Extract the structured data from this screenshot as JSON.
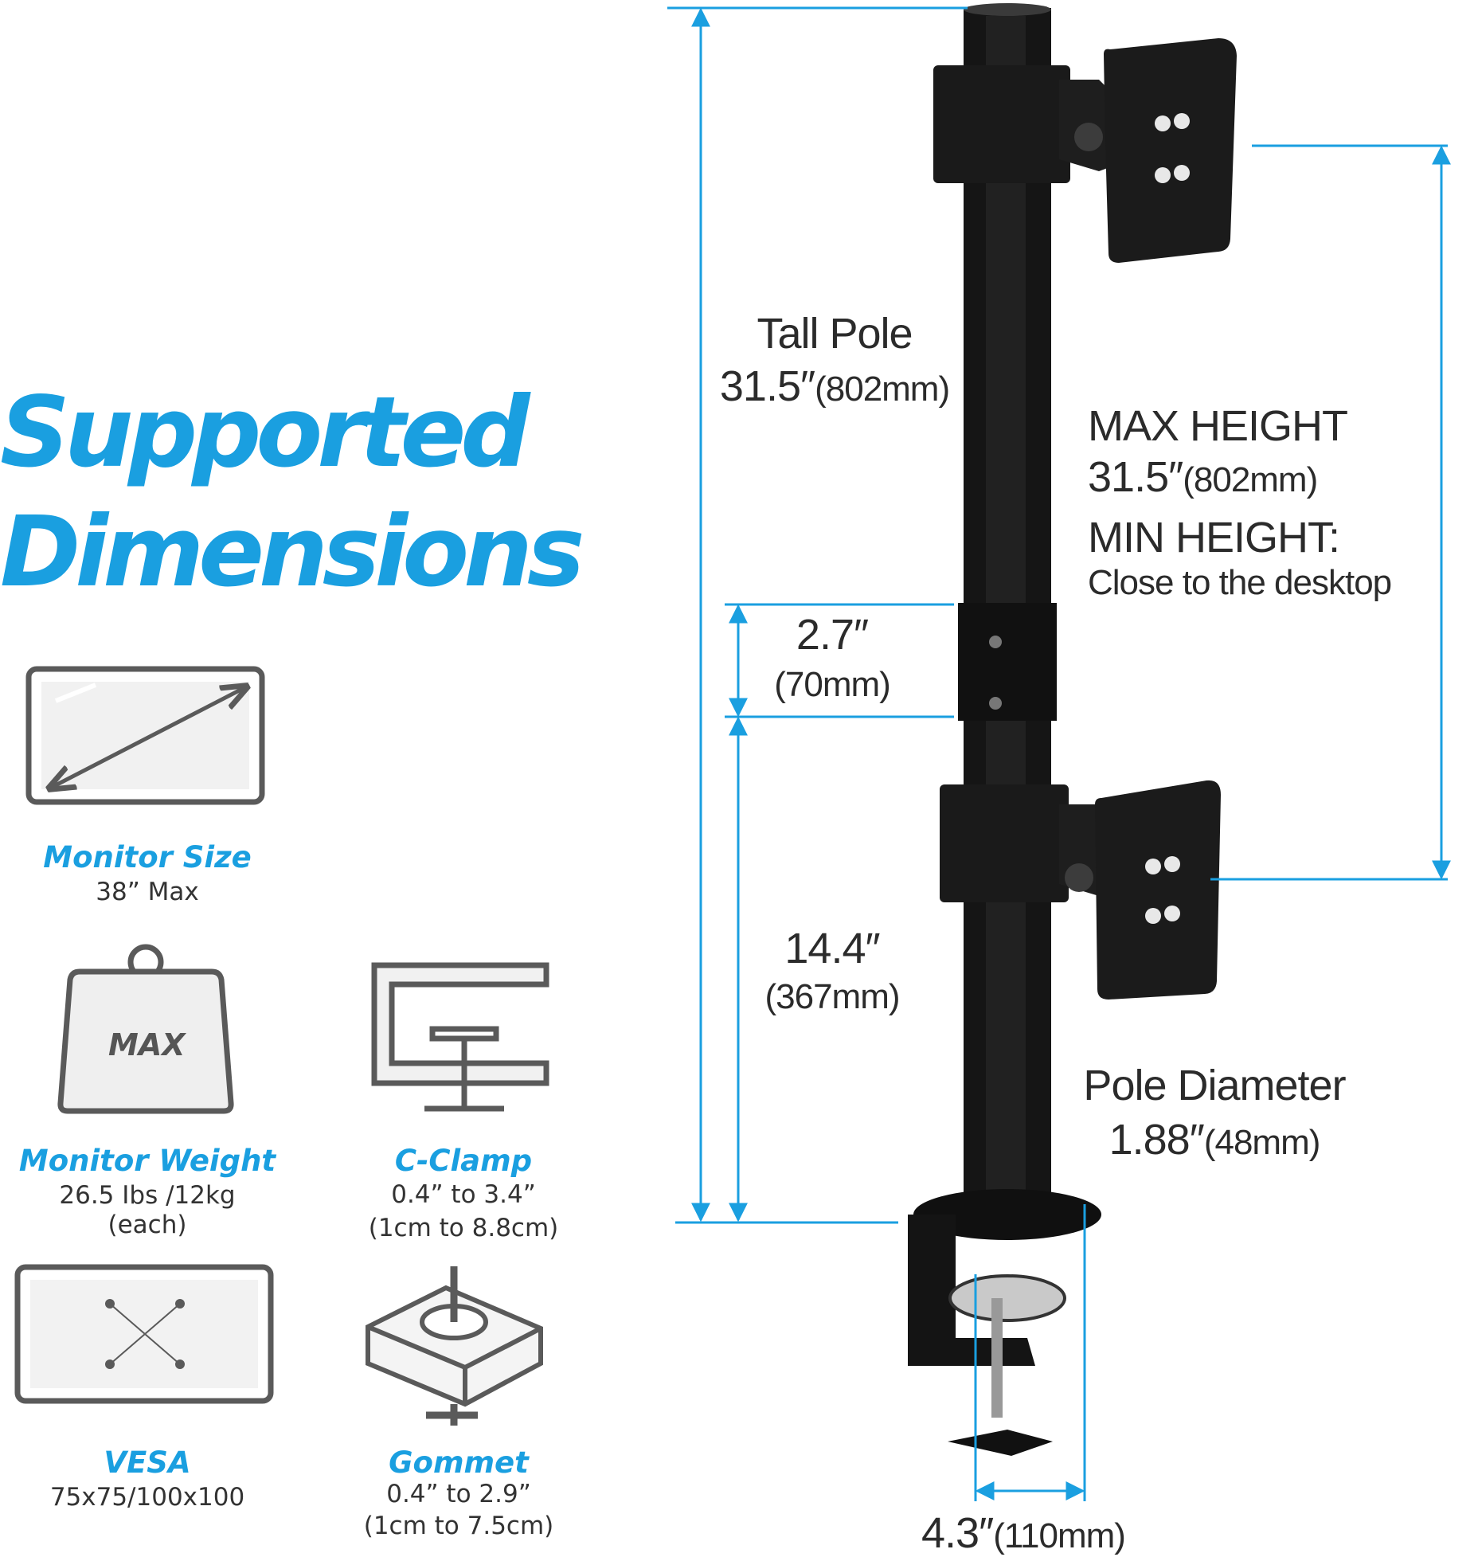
{
  "heading": {
    "line1": "Supported",
    "line2": "Dimensions"
  },
  "features": {
    "monitor_size": {
      "name": "Monitor Size",
      "value": "38” Max"
    },
    "monitor_weight": {
      "name": "Monitor Weight",
      "value1": "26.5 Ibs /12kg",
      "value2": "(each)",
      "icon_label": "MAX"
    },
    "c_clamp": {
      "name": "C-Clamp",
      "value1": "0.4” to 3.4”",
      "value2": "(1cm to 8.8cm)"
    },
    "vesa": {
      "name": "VESA",
      "value": "75x75/100x100"
    },
    "grommet": {
      "name": "Gommet",
      "value1": "0.4” to 2.9”",
      "value2": "(1cm to 7.5cm)"
    }
  },
  "dimensions": {
    "tall_pole": {
      "label": "Tall Pole",
      "inches": "31.5″",
      "mm": "(802mm)"
    },
    "max_height": {
      "label": "MAX HEIGHT",
      "inches": "31.5″",
      "mm": "(802mm)"
    },
    "min_height": {
      "label": "MIN HEIGHT:",
      "value": "Close to the desktop"
    },
    "gap": {
      "inches": "2.7″",
      "mm": "(70mm)"
    },
    "lower": {
      "inches": "14.4″",
      "mm": "(367mm)"
    },
    "pole_diameter": {
      "label": "Pole Diameter",
      "inches": "1.88″",
      "mm": "(48mm)"
    },
    "base_width": {
      "inches": "4.3″",
      "mm": "(110mm)"
    }
  },
  "colors": {
    "accent": "#1a9fe0",
    "icon_stroke": "#5a5a5a",
    "product": "#151515"
  },
  "icons": [
    "monitor-diagonal-icon",
    "weight-icon",
    "c-clamp-icon",
    "vesa-pattern-icon",
    "grommet-icon"
  ]
}
